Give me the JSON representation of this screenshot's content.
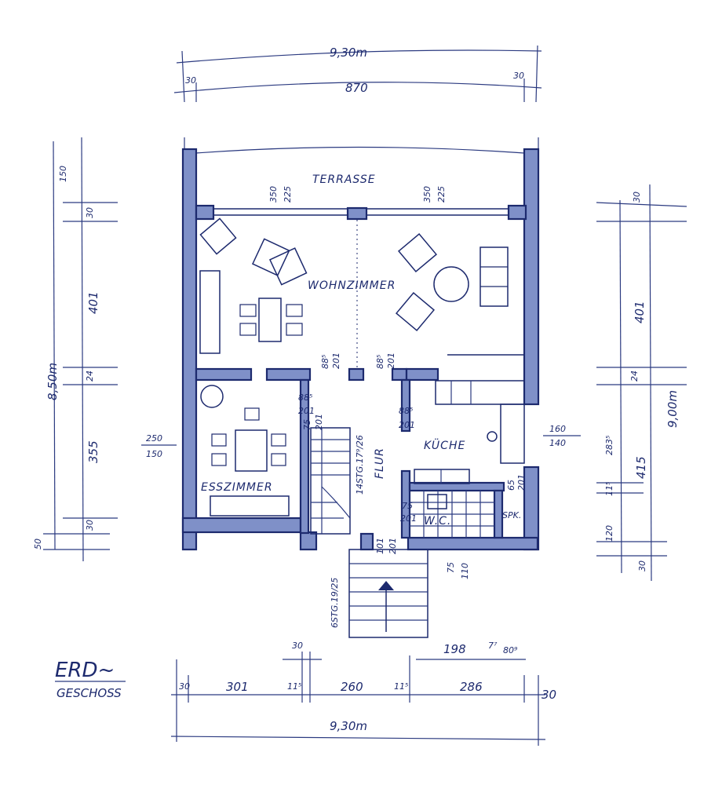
{
  "title": {
    "line1": "ERD~",
    "line2": "GESCHOSS"
  },
  "rooms": {
    "terrasse": "TERRASSE",
    "wohnzimmer": "WOHNZIMMER",
    "esszimmer": "ESSZIMMER",
    "flur": "FLUR",
    "kueche": "KÜCHE",
    "wc": "W.C.",
    "spk": "SPK."
  },
  "dims": {
    "top_total": "9,30m",
    "top_left": "30",
    "top_mid": "870",
    "top_right": "30",
    "bottom_total": "9,30m",
    "bottom_segments": [
      "30",
      "301",
      "11⁵",
      "260",
      "11⁵",
      "286",
      "30"
    ],
    "bottom_upper": [
      "30",
      "198",
      "7⁷",
      "80⁹"
    ],
    "left_total": "8,50m",
    "left_segments": [
      "150",
      "30",
      "401",
      "24",
      "355",
      "30",
      "50"
    ],
    "right_total": "9,00m",
    "right_segments": [
      "30",
      "401",
      "24",
      "415",
      "283⁵",
      "11⁵",
      "120",
      "30"
    ],
    "window_left": [
      "350",
      "225"
    ],
    "window_right": [
      "350",
      "225"
    ],
    "door_wz_left": [
      "88⁵",
      "201"
    ],
    "door_wz_right": [
      "88⁵",
      "201"
    ],
    "door_ess": [
      "88⁵",
      "201"
    ],
    "door_flur_left": [
      "75",
      "201"
    ],
    "door_kueche": [
      "88⁵",
      "201"
    ],
    "door_wc": [
      "75",
      "201"
    ],
    "esszimmer_window": [
      "250",
      "150"
    ],
    "kueche_window": [
      "160",
      "140"
    ],
    "stair_inner": "14STG.17⁹/26",
    "stair_outer": "6STG.19/25",
    "entry": [
      "101",
      "201"
    ],
    "wc_window": [
      "75",
      "110"
    ],
    "spk_door": [
      "65",
      "201"
    ]
  }
}
